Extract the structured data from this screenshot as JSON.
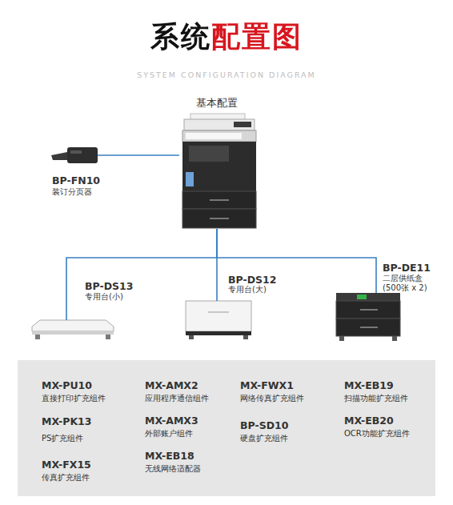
{
  "diagram": {
    "title": "系统配置图",
    "nodes": [
      {
        "text": [
          "基本配置"
        ]
      },
      {
        "text": [
          "BP-FN10",
          "装订分页器"
        ]
      },
      {
        "text": [
          "BP-DS13",
          "专用台(小)"
        ]
      },
      {
        "text": [
          "BP-DS12",
          "专用台(大)"
        ]
      },
      {
        "text": [
          "BP-DE11",
          "二层供纸盒 (500张 x 2)"
        ]
      },
      {
        "text": [
          "MX-PU10",
          "直接打印扩充组件",
          "MX-AMX2",
          "应用程序通信组件",
          "MX-FWX1",
          "网络传真扩充组件",
          "MX-EB19",
          "扫描功能扩充组件",
          "MX-PK13",
          "PS扩充组件",
          "MX-AMX3",
          "外部账户组件",
          "BP-SD10",
          "硬盘扩充组件",
          "MX-EB20",
          "OCR功能扩充组件",
          "MX-FX15",
          "传真扩充组件",
          "MX-EB18",
          "无线网络适配器"
        ]
      }
    ],
    "edges": [
      {
        "from": 0,
        "to": 1,
        "arrow": "none"
      },
      {
        "from": 0,
        "to": 2,
        "arrow": "none"
      },
      {
        "from": 0,
        "to": 3,
        "arrow": "none"
      },
      {
        "from": 0,
        "to": 4,
        "arrow": "none"
      }
    ],
    "labels": [
      "SYSTEM CONFIGURATION DIAGRAM"
    ]
  }
}
